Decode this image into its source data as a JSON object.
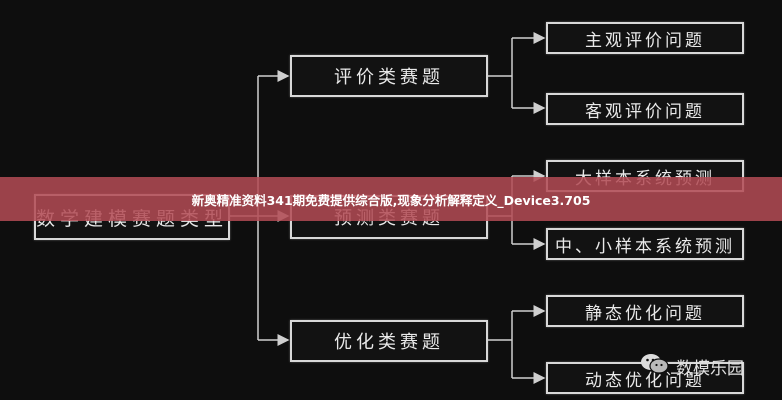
{
  "root": {
    "label": "数学建模赛题类型"
  },
  "categories": [
    {
      "label": "评价类赛题",
      "children": [
        "主观评价问题",
        "客观评价问题"
      ]
    },
    {
      "label": "预测类赛题",
      "children": [
        "大样本系统预测",
        "中、小样本系统预测"
      ]
    },
    {
      "label": "优化类赛题",
      "children": [
        "静态优化问题",
        "动态优化问题"
      ]
    }
  ],
  "banner": {
    "text": "新奥精准资料341期免费提供综合版,现象分析解释定义_Device3.705"
  },
  "watermark": {
    "text": "数模乐园",
    "icon": "wechat-icon"
  },
  "colors": {
    "background": "#0e0e0e",
    "box_border": "#d8d8d8",
    "banner": "#b24a54"
  }
}
